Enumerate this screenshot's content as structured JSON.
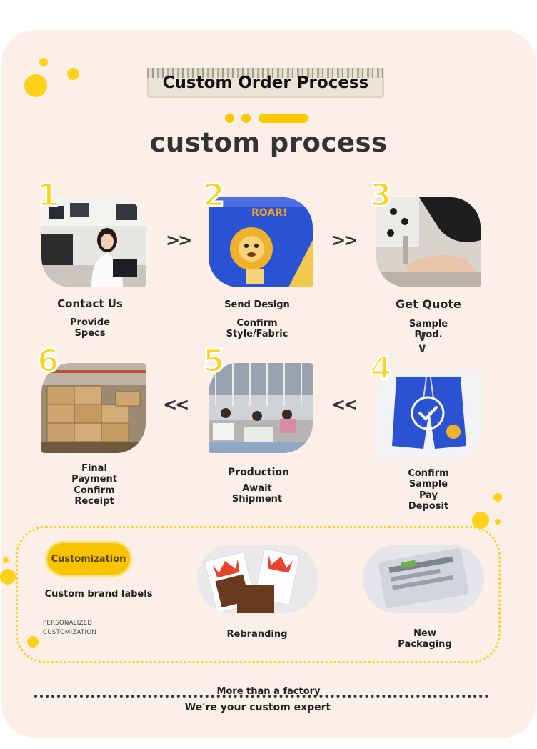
{
  "header": {
    "banner_title": "Custom Order Process",
    "main_title": "custom process"
  },
  "steps": [
    {
      "number": "1",
      "title": "Contact Us",
      "subtitle_lines": [
        "Provide",
        "Specs"
      ]
    },
    {
      "number": "2",
      "title": "Send Design",
      "subtitle_lines": [
        "Confirm",
        "Style/Fabric"
      ]
    },
    {
      "number": "3",
      "title": "Get Quote",
      "subtitle_lines": [
        "Sample",
        "Prod."
      ]
    },
    {
      "number": "4",
      "title": "",
      "subtitle_lines": [
        "Confirm",
        "Sample",
        "Pay",
        "Deposit"
      ]
    },
    {
      "number": "5",
      "title": "Production",
      "subtitle_lines": [
        "Await",
        "Shipment"
      ]
    },
    {
      "number": "6",
      "title": "",
      "subtitle_lines": [
        "Final",
        "Payment",
        "Confirm",
        "Receipt"
      ]
    }
  ],
  "arrows": {
    "forward": ">>",
    "back": "<<",
    "down": "∨∨"
  },
  "photo_text": {
    "roar": "ROAR!"
  },
  "perks": {
    "pill_label": "Customization",
    "brand_labels": "Custom brand labels",
    "personalized_lines": [
      "PERSONALIZED",
      "CUSTOMIZATION"
    ],
    "rebranding": "Rebranding",
    "packaging_lines": [
      "New",
      "Packaging"
    ]
  },
  "footer": {
    "line1": "More than a factory",
    "line2": "We're your custom expert"
  },
  "colors": {
    "accent": "#ffd21a",
    "card_bg": "#fcefe8",
    "text": "#222222",
    "shorts_blue": "#2a53d4"
  }
}
